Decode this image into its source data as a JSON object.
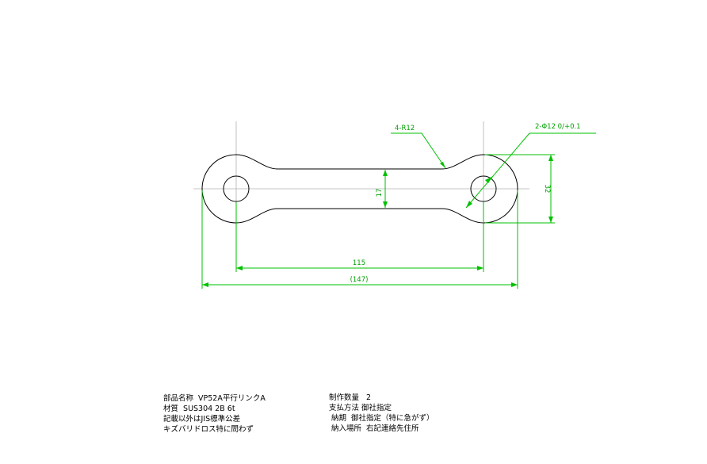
{
  "drawing": {
    "dimensions": {
      "fillet_callout": "4-R12",
      "hole_callout": "2-Φ12  0/+0.1",
      "thickness_label": "17",
      "height_label": "32",
      "center_distance": "115",
      "overall_length": "(147)"
    }
  },
  "notes": {
    "left": [
      "部品名称  VP52A平行リンクA",
      "材質  SUS304 2B 6t",
      "記載以外はJIS標準公差",
      "キズバリドロス特に問わず"
    ],
    "right": [
      "制作数量   2",
      "支払方法 御社指定",
      " 納期  御社指定（特に急がず）",
      " 納入場所  右記連絡先住所"
    ]
  },
  "colors": {
    "outline": "#000000",
    "dimension": "#00c000",
    "centerline": "#b0b0b0"
  }
}
